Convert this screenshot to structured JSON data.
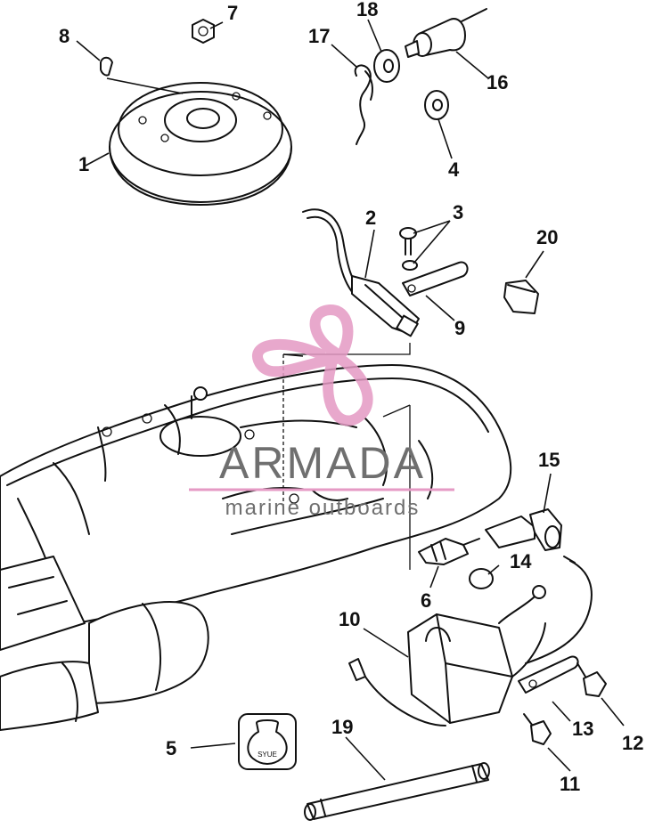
{
  "watermark": {
    "brand": "ARMADA",
    "tagline": "marine outboards",
    "brand_color": "#6f6f6f",
    "logo_color": "#e59ac4"
  },
  "callouts": [
    "1",
    "2",
    "3",
    "4",
    "5",
    "6",
    "7",
    "8",
    "9",
    "10",
    "11",
    "12",
    "13",
    "14",
    "15",
    "16",
    "17",
    "18",
    "19",
    "20"
  ],
  "decal_text": "SYUE"
}
